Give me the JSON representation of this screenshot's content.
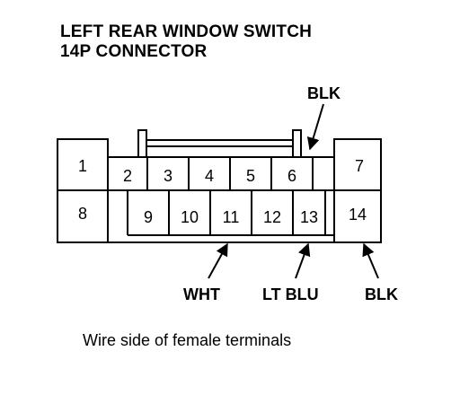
{
  "title": {
    "line1": "LEFT REAR WINDOW SWITCH",
    "line2": "14P CONNECTOR"
  },
  "pins": [
    "1",
    "2",
    "3",
    "4",
    "5",
    "6",
    "7",
    "8",
    "9",
    "10",
    "11",
    "12",
    "13",
    "14"
  ],
  "callouts": {
    "pin6": "BLK",
    "pin11": "WHT",
    "pin13": "LT BLU",
    "pin14": "BLK"
  },
  "caption": "Wire side of female terminals",
  "colors": {
    "ink": "#000000",
    "background": "#ffffff"
  }
}
